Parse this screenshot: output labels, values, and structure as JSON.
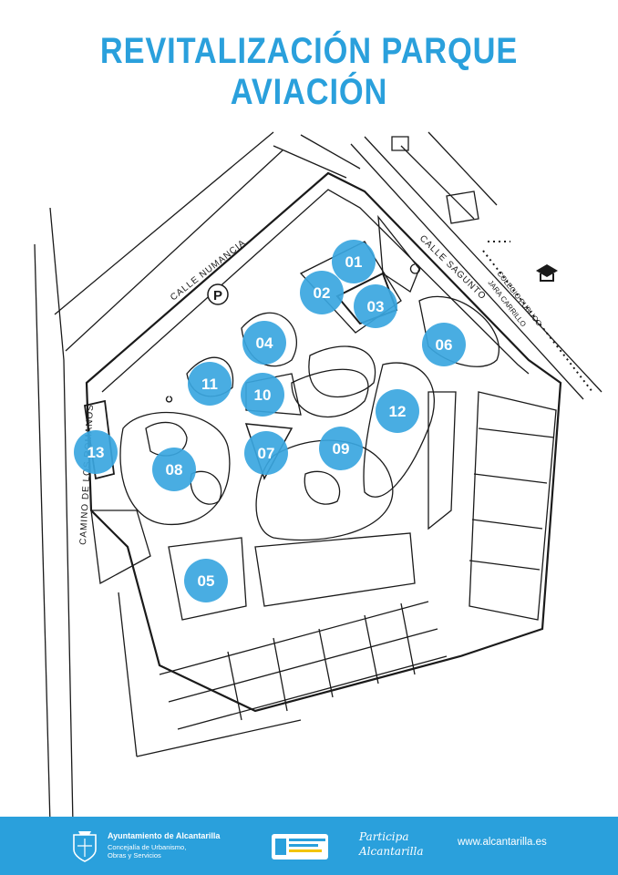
{
  "header": {
    "title": "REVITALIZACIÓN PARQUE AVIACIÓN"
  },
  "map": {
    "streets": {
      "numancia": "CALLE  NUMANCIA",
      "sagunto": "CALLE  SAGUNTO",
      "romanos": "CAMINO  DE  LOS  ROMANOS"
    },
    "school": {
      "line1": "COLEGIO PUBLICO",
      "line2": "JARA CARRILLO"
    },
    "parking": "P",
    "zones": [
      "01",
      "02",
      "03",
      "04",
      "05",
      "06",
      "07",
      "08",
      "09",
      "10",
      "11",
      "12",
      "13"
    ],
    "zone_color": "#3aa6e0"
  },
  "footer": {
    "org_name": "Ayuntamiento de Alcantarilla",
    "org_dept_1": "Concejalía de Urbanismo,",
    "org_dept_2": "Obras y Servicios",
    "participa_1": "Participa",
    "participa_2": "Alcantarilla",
    "website": "www.alcantarilla.es",
    "bar_color": "#2aa0dc"
  }
}
